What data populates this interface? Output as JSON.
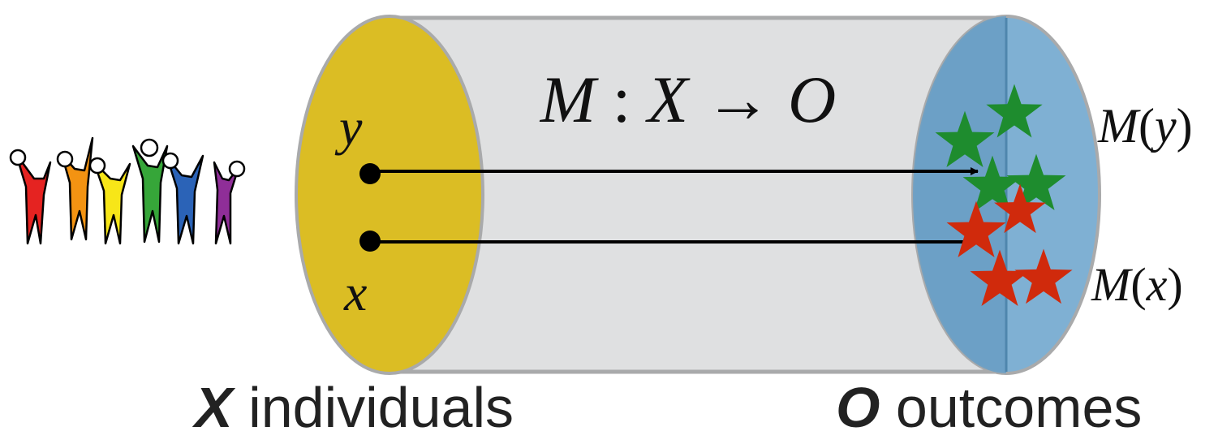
{
  "diagram": {
    "mapping_label": {
      "func": "M",
      "sep": " : ",
      "domain": "X",
      "arrow": " → ",
      "codomain": "O"
    },
    "left_points": [
      {
        "label": "y"
      },
      {
        "label": "x"
      }
    ],
    "right_labels": [
      {
        "func": "M",
        "open": "(",
        "var": "y",
        "close": ")"
      },
      {
        "func": "M",
        "open": "(",
        "var": "x",
        "close": ")"
      }
    ],
    "bottom_labels": [
      {
        "symbol": "X",
        "text": " individuals"
      },
      {
        "symbol": "O",
        "text": " outcomes"
      }
    ],
    "colors": {
      "cylinder_body": "#dfe0e1",
      "cylinder_edge": "#a9aaab",
      "left_ellipse": "#dbbd24",
      "right_ellipse": "#7fb0d3",
      "right_ellipse_shade": "#6a9ec4",
      "point": "#000000",
      "star_green": "#1e8c2e",
      "star_red": "#d02a0c",
      "people": [
        "#e52321",
        "#f39312",
        "#f7e618",
        "#36a639",
        "#2b63b7",
        "#8f2e98"
      ]
    },
    "icons": {
      "people": "people-group-icon",
      "star": "star-icon"
    }
  }
}
